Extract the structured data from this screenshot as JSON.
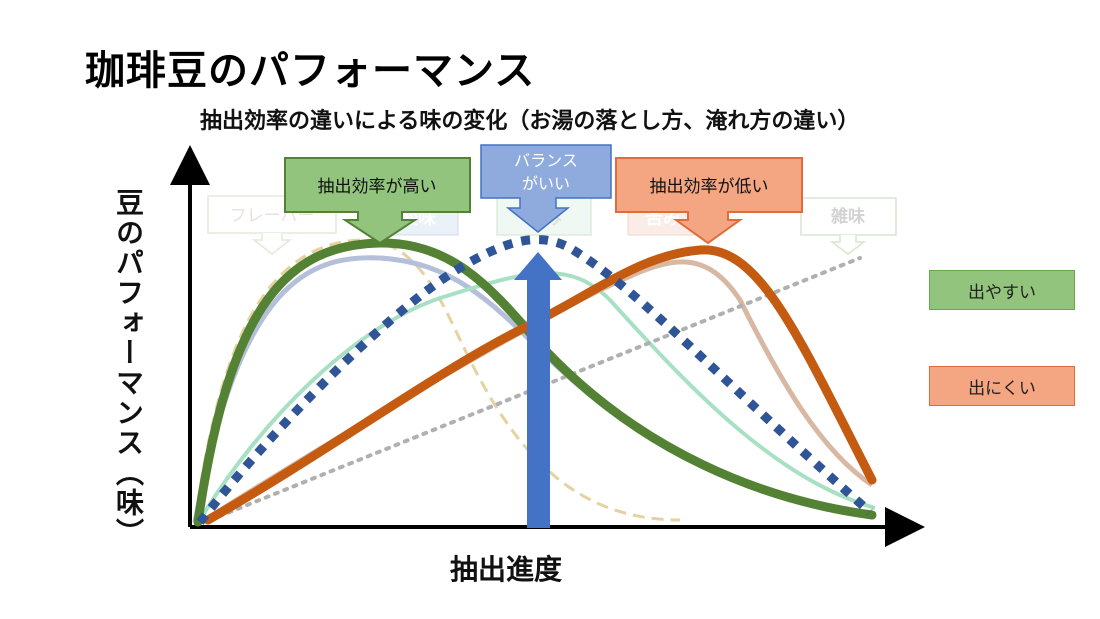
{
  "title": "珈琲豆のパフォーマンス",
  "subtitle": "抽出効率の違いによる味の変化（お湯の落とし方、淹れ方の違い）",
  "y_axis_label": "豆のパフォーマンス（味）",
  "x_axis_label": "抽出進度",
  "legend": {
    "easy": "出やすい",
    "hard": "出にくい"
  },
  "taste_labels": [
    "フレーバー",
    "酸味",
    "甘み",
    "苦み",
    "雑味"
  ],
  "callouts": {
    "high": "抽出効率が高い",
    "balance_line1": "バランス",
    "balance_line2": "がいい",
    "low": "抽出効率が低い"
  },
  "colors": {
    "high": "#548235",
    "balance": "#2f5597",
    "low": "#c55a11",
    "balance_arrow": "#4472c4",
    "flavor": "#e6d29f",
    "acid": "#b4c0da",
    "sweet": "#a8e0c4",
    "bitter": "#d9b8a3",
    "zatsumi": "#b0b0b0"
  }
}
